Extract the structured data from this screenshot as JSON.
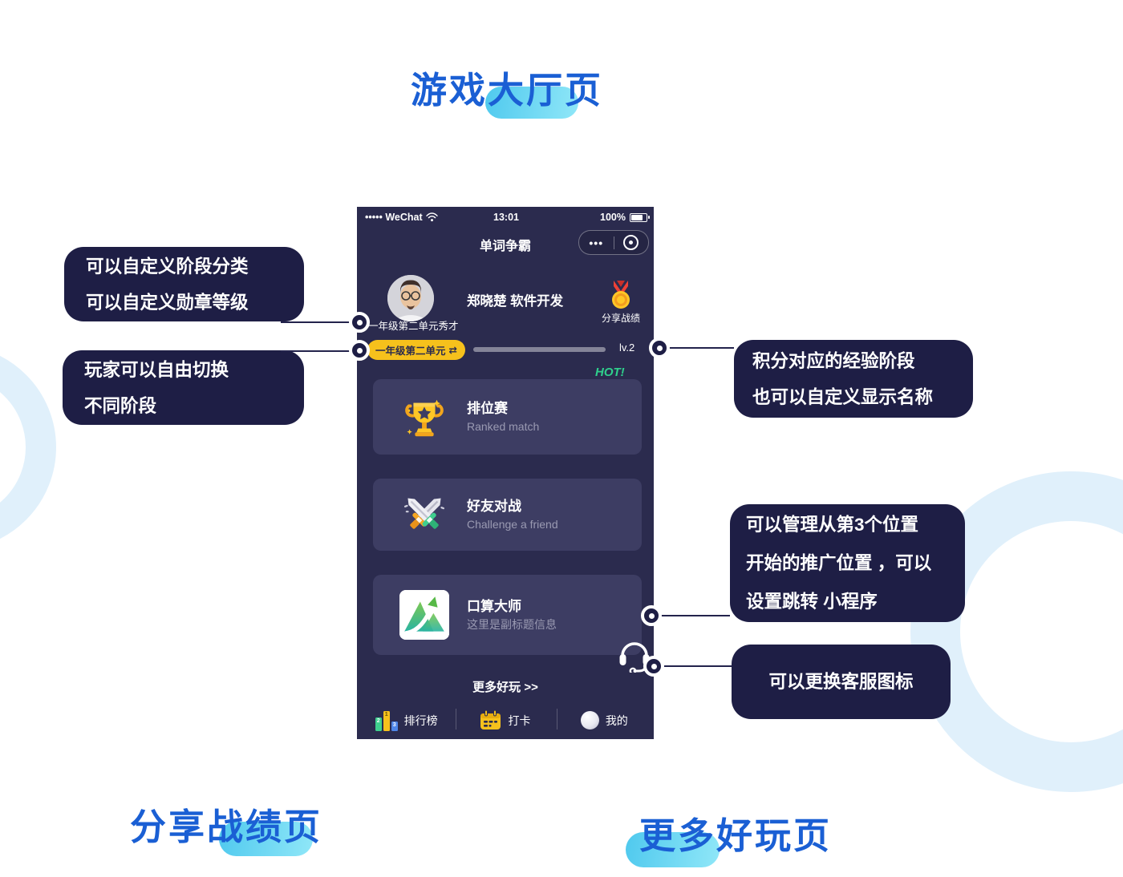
{
  "page": {
    "title": "游戏大厅页",
    "bottom_left_title": "分享战绩页",
    "bottom_right_title": "更多好玩页"
  },
  "phone": {
    "status_bar": {
      "carrier": "••••• WeChat",
      "time": "13:01",
      "battery": "100%"
    },
    "nav": {
      "title": "单词争霸",
      "menu_dots": "•••"
    },
    "profile": {
      "name": "郑晓楚 软件开发",
      "medal_label": "分享战绩",
      "rank_badge": "一年级第二单元秀才",
      "stage_pill": "一年级第二单元",
      "swap_glyph": "⇄",
      "level": "lv.2"
    },
    "hot_label": "HOT!",
    "cards": [
      {
        "title": "排位赛",
        "subtitle": "Ranked match",
        "icon": "trophy-icon"
      },
      {
        "title": "好友对战",
        "subtitle": "Challenge a friend",
        "icon": "crossed-swords-icon"
      },
      {
        "title": "口算大师",
        "subtitle": "这里是副标题信息",
        "icon": "math-app-icon"
      }
    ],
    "more_link": "更多好玩 >>",
    "tabs": [
      {
        "label": "排行榜",
        "icon": "ranking-chart-icon",
        "bars": [
          "2",
          "1",
          "3"
        ]
      },
      {
        "label": "打卡",
        "icon": "calendar-icon"
      },
      {
        "label": "我的",
        "icon": "profile-ball-icon"
      }
    ]
  },
  "callouts": {
    "left_top": {
      "lines": [
        "可以自定义阶段分类",
        "可以自定义勋章等级"
      ]
    },
    "left_bottom": {
      "lines": [
        "玩家可以自由切换",
        "不同阶段"
      ]
    },
    "right_top": {
      "lines": [
        "积分对应的经验阶段",
        "也可以自定义显示名称"
      ]
    },
    "right_middle": {
      "lines": [
        "可以管理从第3个位置",
        "开始的推广位置 ，可以",
        "设置跳转 小程序"
      ]
    },
    "right_bottom": {
      "lines": [
        "可以更换客服图标"
      ]
    }
  },
  "colors": {
    "accent_blue": "#1a5fd4",
    "blob_cyan_start": "#4fc9ee",
    "blob_cyan_end": "#90e7f8",
    "phone_bg": "#2b2b4e",
    "card_bg": "#3d3d63",
    "callout_bg": "#1e1e45",
    "pill_yellow": "#f6c11c",
    "hot_green": "#2fd08c",
    "subtext_gray": "#9a9ab2",
    "ring_light_blue": "#e0f0fb"
  }
}
